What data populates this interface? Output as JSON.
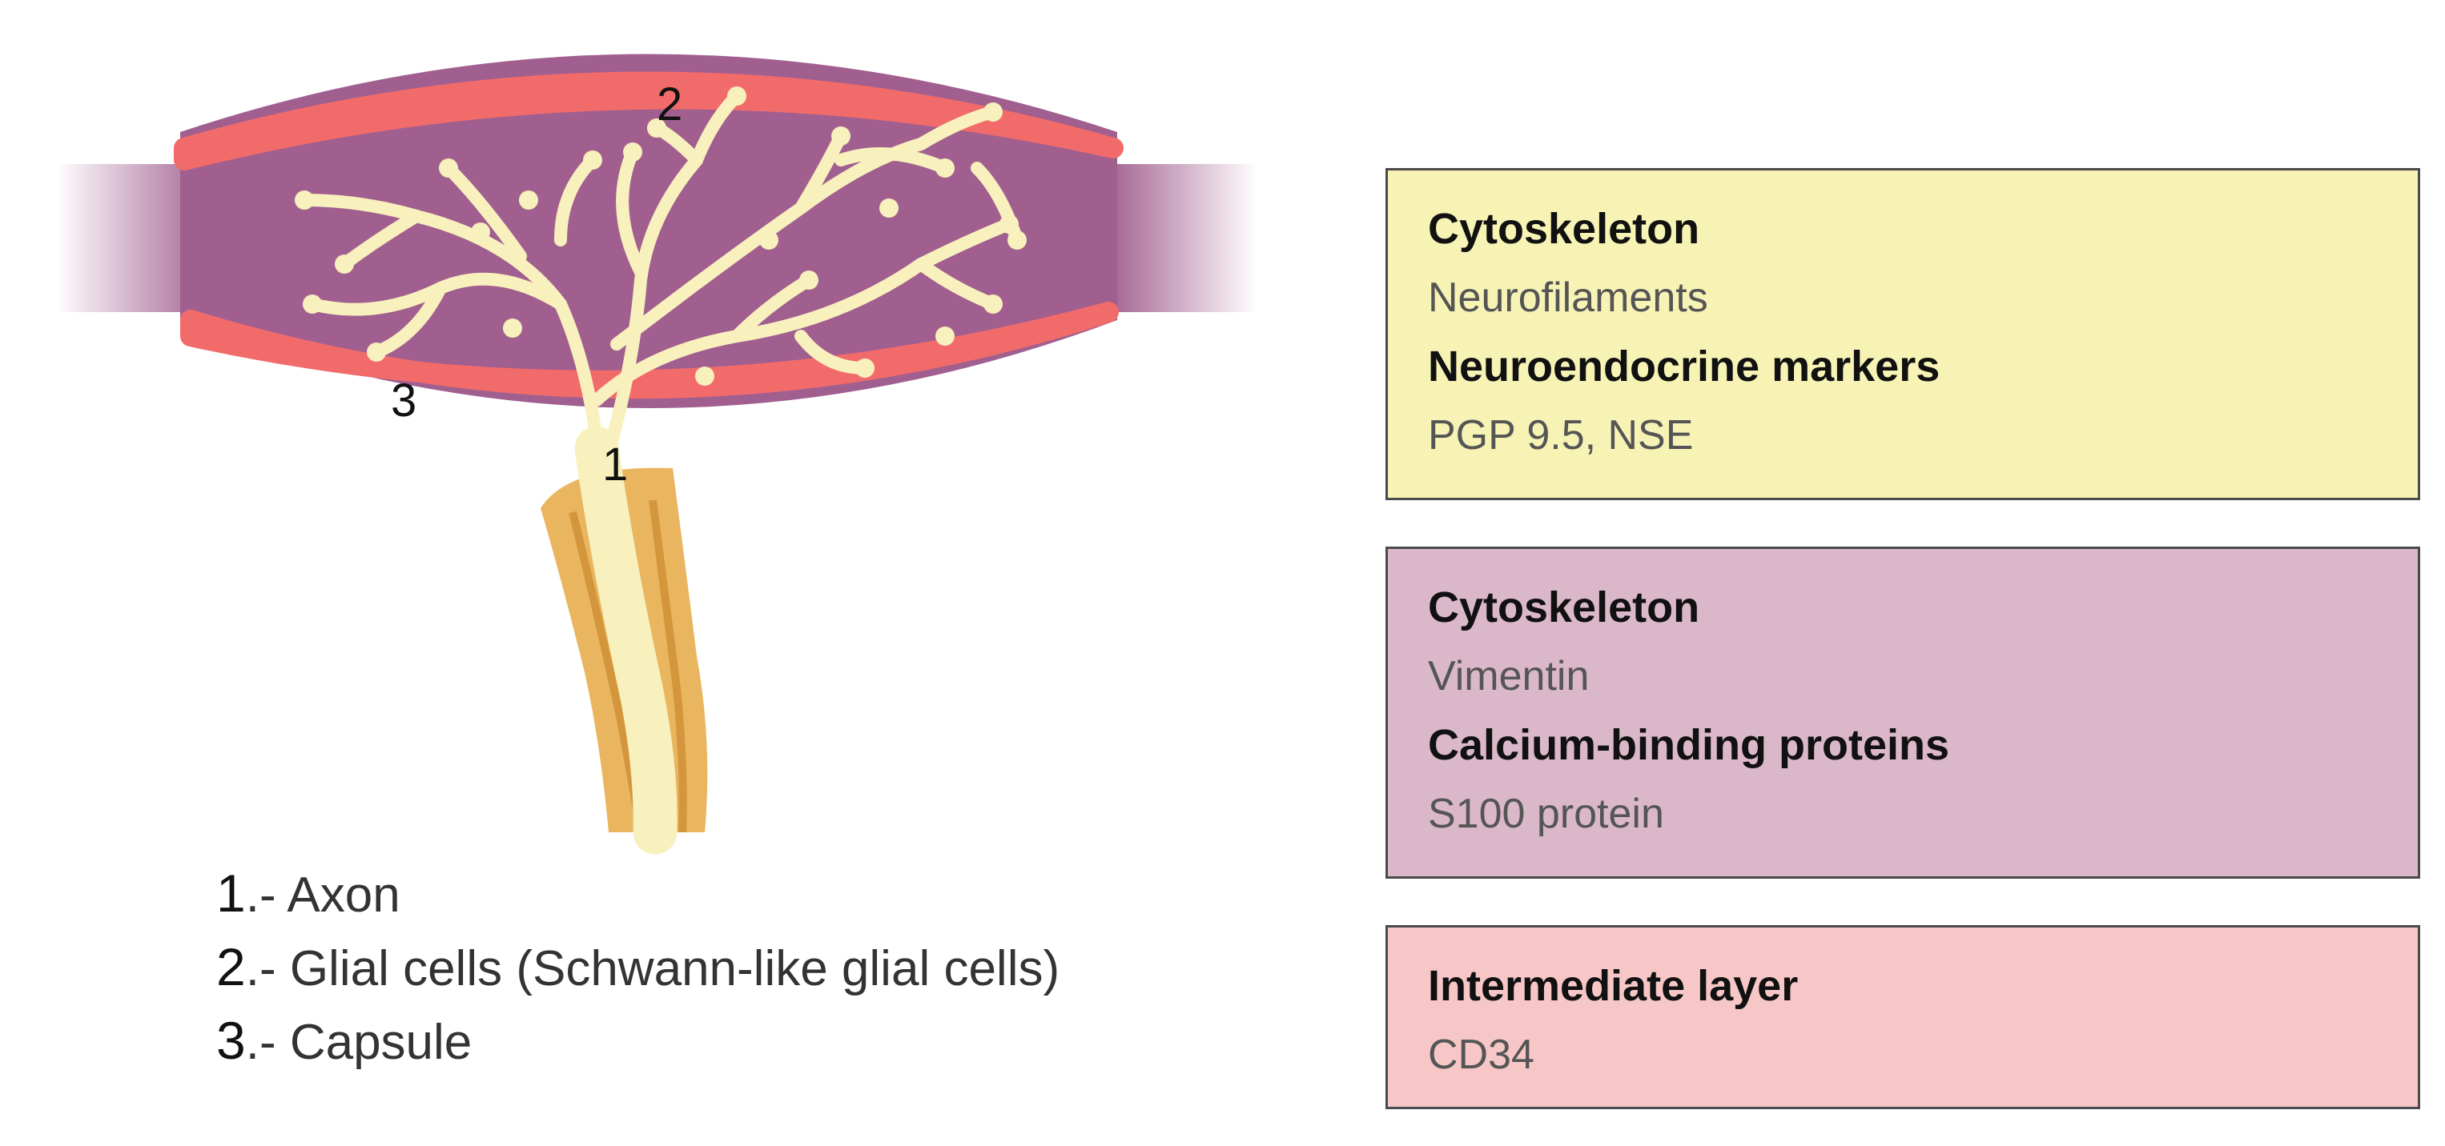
{
  "labels": {
    "axon": "1",
    "glial": "2",
    "capsule": "3"
  },
  "legend": [
    {
      "num": "1",
      "text": ".- Axon"
    },
    {
      "num": "2",
      "text": ".- Glial cells (Schwann-like glial cells)"
    },
    {
      "num": "3",
      "text": ".- Capsule"
    }
  ],
  "boxes": [
    {
      "color": "#f7f3b5",
      "lines": [
        {
          "kind": "heading",
          "text": "Cytoskeleton"
        },
        {
          "kind": "value",
          "text": "Neurofilaments"
        },
        {
          "kind": "heading",
          "text": "Neuroendocrine markers"
        },
        {
          "kind": "value",
          "text": "PGP 9.5, NSE"
        }
      ]
    },
    {
      "color": "#dbb8c9",
      "lines": [
        {
          "kind": "heading",
          "text": "Cytoskeleton"
        },
        {
          "kind": "value",
          "text": "Vimentin"
        },
        {
          "kind": "heading",
          "text": "Calcium-binding proteins"
        },
        {
          "kind": "value",
          "text": "S100 protein"
        }
      ]
    },
    {
      "color": "#f7c7c7",
      "lines": [
        {
          "kind": "heading",
          "text": "Intermediate layer"
        },
        {
          "kind": "value",
          "text": "CD34"
        }
      ]
    }
  ],
  "colors": {
    "tissue": "#a15f8f",
    "capsule": "#f26b6b",
    "axon": "#f8f0bd",
    "sheath": "#e9b55f"
  }
}
